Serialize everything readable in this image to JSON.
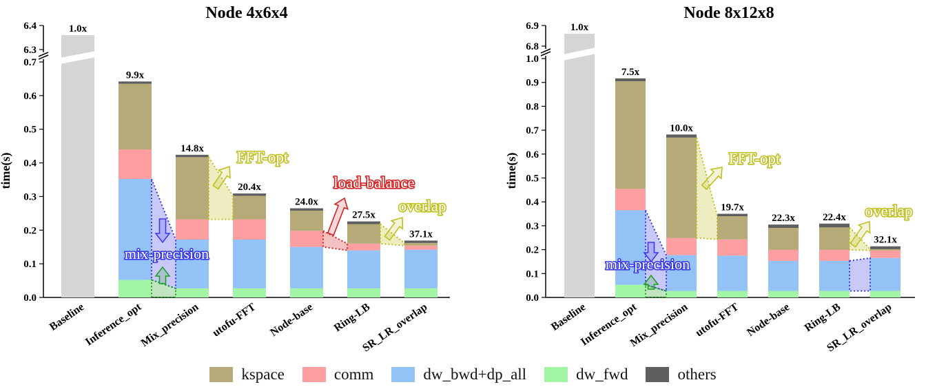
{
  "chart_data": [
    {
      "type": "bar",
      "stacked": true,
      "title": "Node 4x6x4",
      "ylabel": "time(s)",
      "y_axis_break": true,
      "ylim_lower": [
        0,
        0.7
      ],
      "ylim_upper": [
        6.3,
        6.4
      ],
      "y_ticks_lower": [
        "0.0",
        "0.1",
        "0.2",
        "0.3",
        "0.4",
        "0.5",
        "0.6",
        "0.7"
      ],
      "y_ticks_upper": [
        "6.3",
        "6.4"
      ],
      "categories": [
        "Baseline",
        "Inference_opt",
        "Mix_precision",
        "utofu-FFT",
        "Node-base",
        "Ring-LB",
        "SR_LR_overlap"
      ],
      "baseline_total": 6.36,
      "series": [
        {
          "name": "dw_fwd",
          "values": [
            null,
            0.052,
            0.027,
            0.027,
            0.027,
            0.027,
            0.027
          ]
        },
        {
          "name": "dw_bwd+dp_all",
          "values": [
            null,
            0.3,
            0.145,
            0.145,
            0.123,
            0.113,
            0.115
          ]
        },
        {
          "name": "comm",
          "values": [
            null,
            0.088,
            0.06,
            0.06,
            0.048,
            0.02,
            0.012
          ]
        },
        {
          "name": "kspace",
          "values": [
            null,
            0.195,
            0.185,
            0.07,
            0.06,
            0.058,
            0.008
          ]
        },
        {
          "name": "others",
          "values": [
            null,
            0.007,
            0.007,
            0.007,
            0.007,
            0.008,
            0.007
          ]
        }
      ],
      "speedup_labels": [
        "1.0x",
        "9.9x",
        "14.8x",
        "20.4x",
        "24.0x",
        "27.5x",
        "37.1x"
      ],
      "annotations": [
        "FFT-opt",
        "load-balance",
        "overlap",
        "mix-precision"
      ]
    },
    {
      "type": "bar",
      "stacked": true,
      "title": "Node 8x12x8",
      "ylabel": "time(s)",
      "y_axis_break": true,
      "ylim_lower": [
        0,
        1.0
      ],
      "ylim_upper": [
        6.8,
        6.9
      ],
      "y_ticks_lower": [
        "0.0",
        "0.1",
        "0.2",
        "0.3",
        "0.4",
        "0.5",
        "0.6",
        "0.7",
        "0.8",
        "0.9",
        "1.0"
      ],
      "y_ticks_upper": [
        "6.8",
        "6.9"
      ],
      "categories": [
        "Baseline",
        "Inference_opt",
        "Mix_precision",
        "utofu-FFT",
        "Node-base",
        "Ring-LB",
        "SR_LR_overlap"
      ],
      "baseline_total": 6.86,
      "series": [
        {
          "name": "dw_fwd",
          "values": [
            null,
            0.053,
            0.027,
            0.027,
            0.027,
            0.027,
            0.027
          ]
        },
        {
          "name": "dw_bwd+dp_all",
          "values": [
            null,
            0.312,
            0.15,
            0.148,
            0.126,
            0.126,
            0.138
          ]
        },
        {
          "name": "comm",
          "values": [
            null,
            0.09,
            0.072,
            0.068,
            0.046,
            0.046,
            0.032
          ]
        },
        {
          "name": "kspace",
          "values": [
            null,
            0.45,
            0.42,
            0.097,
            0.092,
            0.094,
            0.005
          ]
        },
        {
          "name": "others",
          "values": [
            null,
            0.012,
            0.013,
            0.01,
            0.014,
            0.016,
            0.012
          ]
        }
      ],
      "speedup_labels": [
        "1.0x",
        "7.5x",
        "10.0x",
        "19.7x",
        "22.3x",
        "22.4x",
        "32.1x"
      ],
      "annotations": [
        "FFT-opt",
        "overlap",
        "mix-precision"
      ]
    }
  ],
  "colors": {
    "kspace": "#b6aa78",
    "comm": "#fd9fa0",
    "dw_bwd+dp_all": "#93c2f7",
    "dw_fwd": "#a1f5a5",
    "others": "#5f5f5f",
    "baseline": "#d5d5d5",
    "fft_opt": "#bfbf20",
    "overlap": "#bfbf20",
    "load_balance": "#d42020",
    "mix_precision": "#3a3ae8"
  },
  "legend": [
    {
      "name": "kspace",
      "label": "kspace"
    },
    {
      "name": "comm",
      "label": "comm"
    },
    {
      "name": "dw_bwd+dp_all",
      "label": "dw_bwd+dp_all"
    },
    {
      "name": "dw_fwd",
      "label": "dw_fwd"
    },
    {
      "name": "others",
      "label": "others"
    }
  ]
}
